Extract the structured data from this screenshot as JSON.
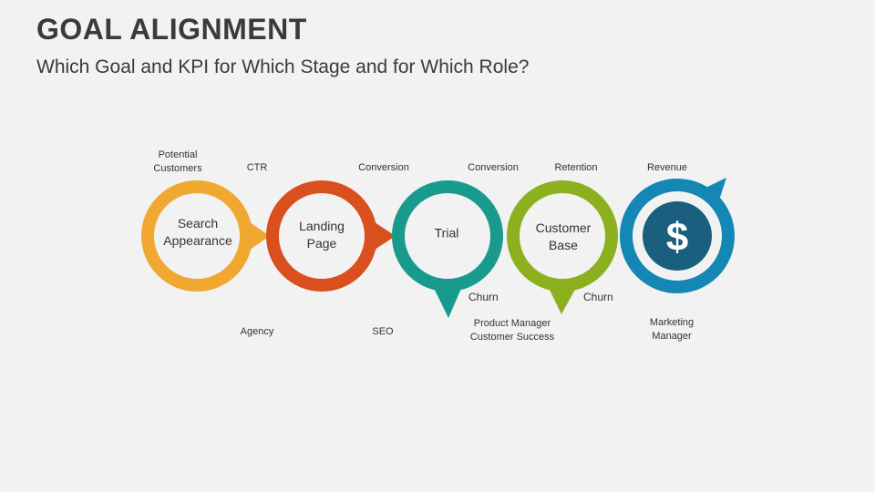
{
  "header": {
    "title": "GOAL ALIGNMENT",
    "subtitle": "Which Goal and KPI for Which Stage and for Which Role?"
  },
  "stages": [
    {
      "name": "Search Appearance",
      "line1": "Search",
      "line2": "Appearance",
      "color": "#f0a830",
      "goal_l1": "Potential",
      "goal_l2": "Customers",
      "role": ""
    },
    {
      "name": "Landing Page",
      "line1": "Landing",
      "line2": "Page",
      "color": "#d9501e",
      "goal": "CTR",
      "role": "Agency"
    },
    {
      "name": "Trial",
      "line1": "Trial",
      "line2": "",
      "color": "#189a8c",
      "goal": "Conversion",
      "role": "SEO",
      "churn": "Churn"
    },
    {
      "name": "Customer Base",
      "line1": "Customer",
      "line2": "Base",
      "color": "#8cb01e",
      "goal_a": "Conversion",
      "goal_b": "Retention",
      "role_l1": "Product Manager",
      "role_l2": "Customer Success",
      "churn": "Churn"
    },
    {
      "name": "Revenue",
      "color": "#1487b4",
      "inner_color": "#1a5f7e",
      "icon": "dollar-icon",
      "icon_glyph": "$",
      "goal": "Revenue",
      "role_l1": "Marketing",
      "role_l2": "Manager"
    }
  ]
}
